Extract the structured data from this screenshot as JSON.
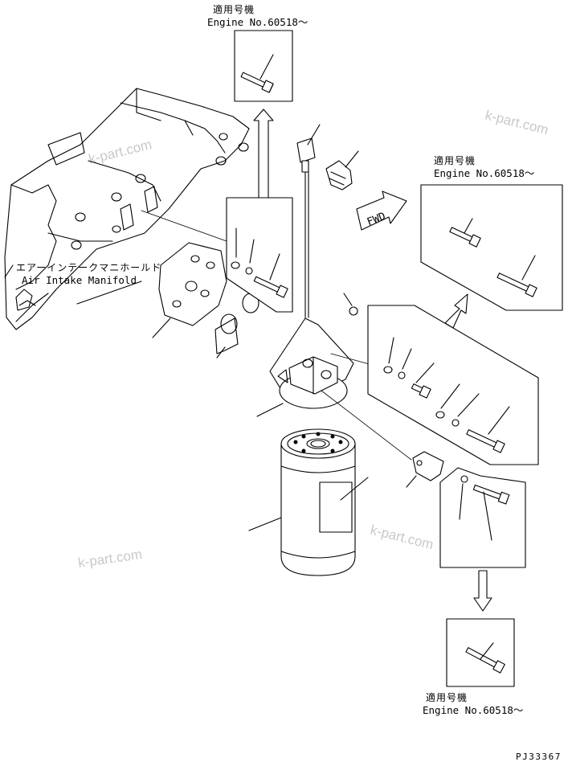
{
  "labels": {
    "applicable_machine_top": "適用号機",
    "engine_no_top": "Engine No.60518～",
    "applicable_machine_right": "適用号機",
    "engine_no_right": "Engine No.60518～",
    "applicable_machine_bottom": "適用号機",
    "engine_no_bottom": "Engine No.60518～",
    "manifold_jp": "エアーインテークマニホールド",
    "manifold_en": "Air Intake Manifold",
    "fwd": "FWD",
    "drawing_id": "PJ33367"
  },
  "watermark": "k-part.com"
}
